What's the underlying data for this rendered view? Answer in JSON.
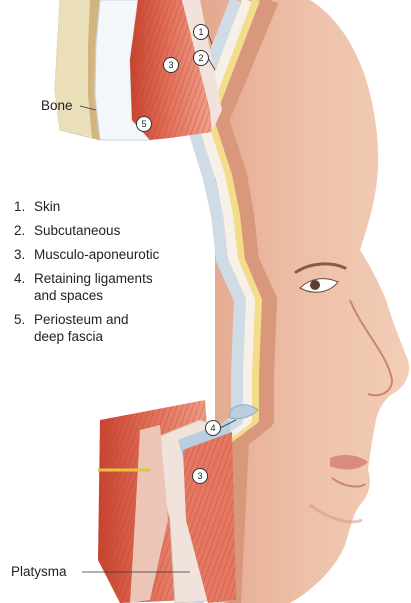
{
  "labels": {
    "bone": "Bone",
    "platysma": "Platysma"
  },
  "legend": [
    {
      "num": "1.",
      "text": "Skin"
    },
    {
      "num": "2.",
      "text": "Subcutaneous"
    },
    {
      "num": "3.",
      "text": "Musculo-aponeurotic"
    },
    {
      "num": "4.",
      "text": "Retaining ligaments\nand spaces"
    },
    {
      "num": "5.",
      "text": "Periosteum and\ndeep fascia"
    }
  ],
  "markers": [
    "1",
    "2",
    "3",
    "5",
    "4",
    "3"
  ],
  "colors": {
    "skin": "#e9b9a0",
    "skin_shadow": "#d9977c",
    "subcutaneous": "#f3dc8a",
    "muscle": "#d9573f",
    "muscle_light": "#ec9b86",
    "aponeurosis": "#f1e3dc",
    "fascia": "#b9cfe0",
    "bone": "#eadfb9",
    "bone_dark": "#c9a66e"
  }
}
